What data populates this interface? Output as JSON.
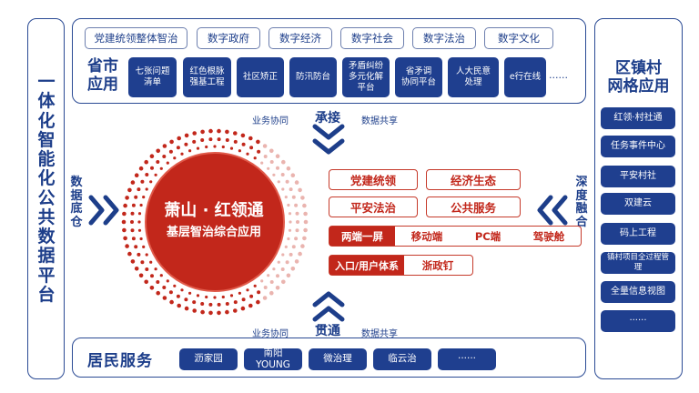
{
  "left_platform": {
    "text": "一体化智能化公共数据平台"
  },
  "right_column": {
    "title_lines": [
      "区镇村",
      "网格应用"
    ],
    "items": [
      "红领·村社通",
      "任务事件中心",
      "平安村社",
      "双建云",
      "码上工程",
      "镇村项目全过程管理",
      "全量信息视图",
      "······"
    ]
  },
  "top_panel": {
    "row1": [
      "党建统领整体智治",
      "数字政府",
      "数字经济",
      "数字社会",
      "数字法治",
      "数字文化"
    ],
    "label_lines": [
      "省市",
      "应用"
    ],
    "row2": [
      "七张问题\n清单",
      "红色根脉\n强基工程",
      "社区矫正",
      "防汛防台",
      "矛盾纠纷\n多元化解\n平台",
      "省矛调\n协同平台",
      "人大民意\n处理",
      "e行在线"
    ],
    "ellipsis": "······"
  },
  "flows": {
    "top": {
      "left": "业务协同",
      "center": "承接",
      "right": "数据共享"
    },
    "bottom": {
      "left": "业务协同",
      "center": "贯通",
      "right": "数据共享"
    },
    "left_label": "数据底仓",
    "right_label": "深度融合"
  },
  "center": {
    "title": "萧山 · 红领通",
    "subtitle": "基层智治综合应用"
  },
  "domains": [
    "党建统领",
    "经济生态",
    "平安法治",
    "公共服务"
  ],
  "terminals": [
    "两端一屏",
    "移动端",
    "PC端",
    "驾驶舱"
  ],
  "entry": [
    "入口/用户体系",
    "浙政钉"
  ],
  "bottom_panel": {
    "label": "居民服务",
    "items": [
      "沥家园",
      "南阳YOUNG",
      "微治理",
      "临云治",
      "······"
    ]
  },
  "colors": {
    "navy": "#1f3f8f",
    "red": "#c2271b",
    "border": "#2a4a94"
  }
}
